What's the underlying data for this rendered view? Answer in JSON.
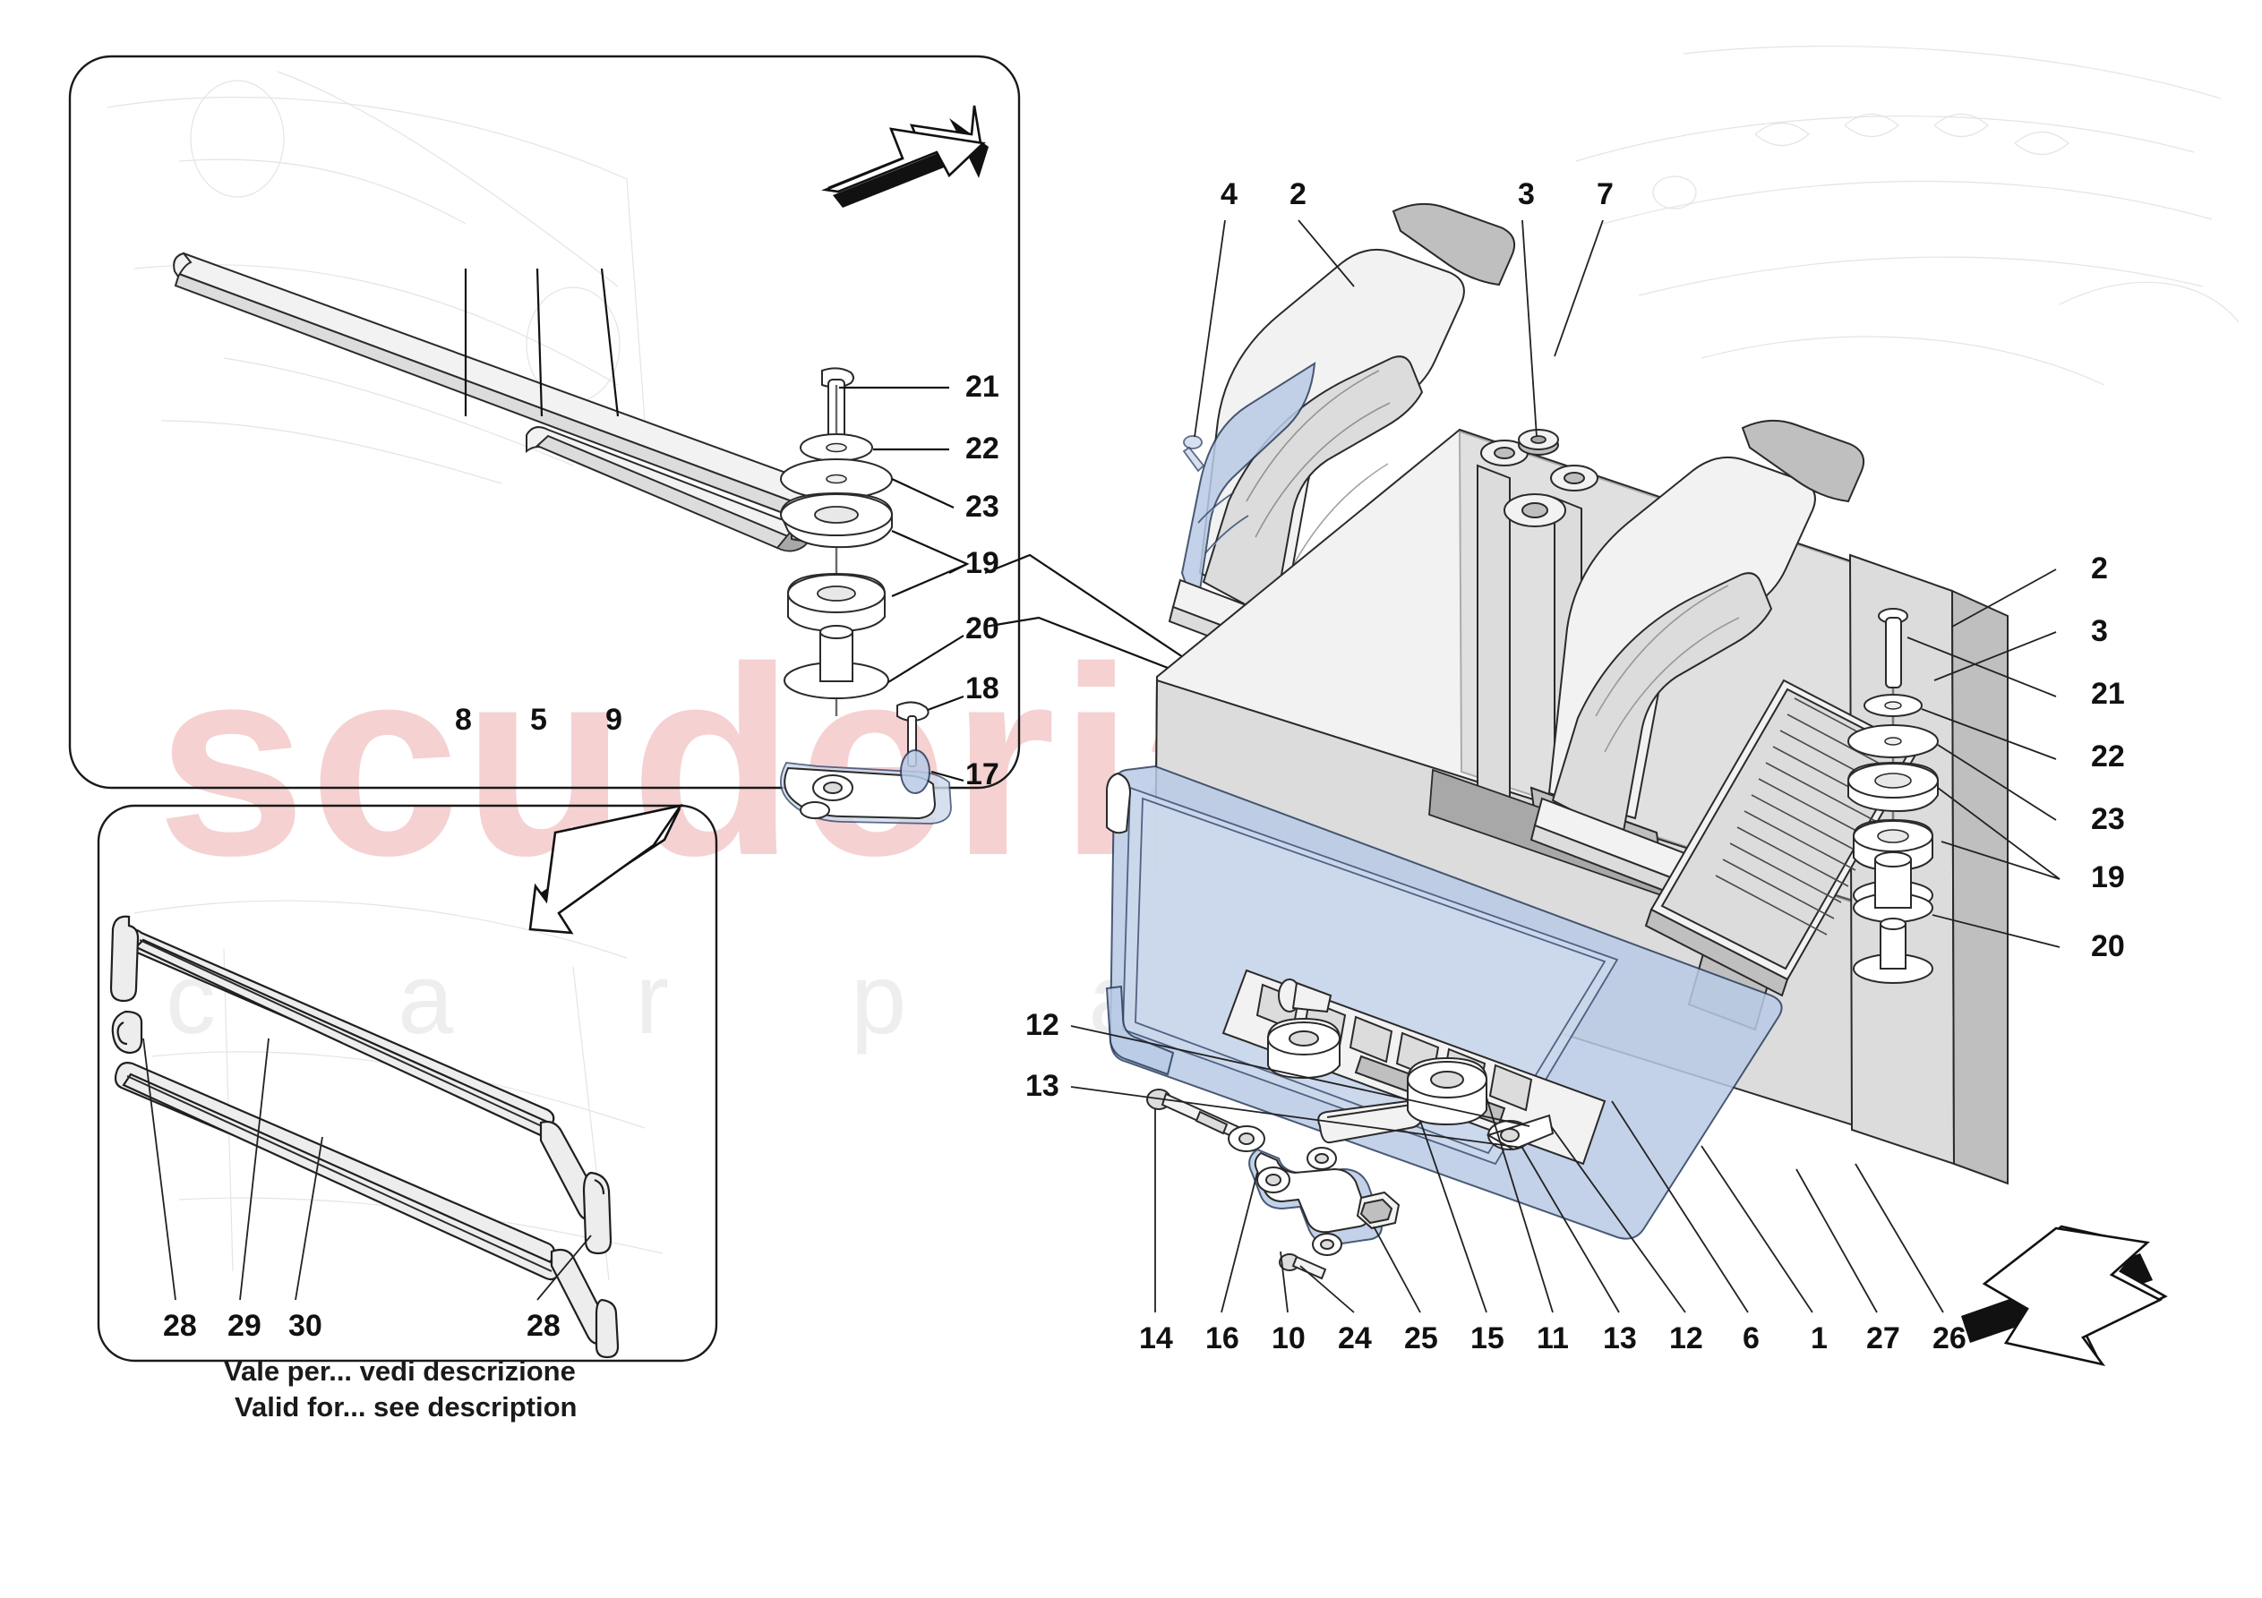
{
  "diagram": {
    "title": "Air intake and air filter exploded parts diagram",
    "watermark_primary": "scuderia",
    "watermark_secondary": "c  a  r     p  a  r  t  s",
    "accent_pink": "#f4c9cb",
    "accent_blue": "#b9cbe6",
    "line_color": "#111111"
  },
  "inset_top": {
    "name": "windscreen-trim-inset",
    "direction_arrow": "arrow-up-right",
    "callouts_right": [
      {
        "id": "21",
        "label": "21"
      },
      {
        "id": "22",
        "label": "22"
      },
      {
        "id": "23",
        "label": "23"
      },
      {
        "id": "19",
        "label": "19"
      },
      {
        "id": "20",
        "label": "20"
      },
      {
        "id": "18",
        "label": "18"
      },
      {
        "id": "17",
        "label": "17"
      }
    ],
    "callouts_bottom": [
      {
        "id": "8",
        "label": "8"
      },
      {
        "id": "5",
        "label": "5"
      },
      {
        "id": "9",
        "label": "9"
      }
    ]
  },
  "inset_bottom": {
    "name": "window-seal-inset",
    "direction_arrow": "arrow-down-left",
    "callouts_bottom": [
      {
        "id": "28a",
        "label": "28"
      },
      {
        "id": "29",
        "label": "29"
      },
      {
        "id": "30",
        "label": "30"
      },
      {
        "id": "28b",
        "label": "28"
      }
    ],
    "caption_it": "Vale per... vedi descrizione",
    "caption_en": "Valid for... see description"
  },
  "main": {
    "name": "air-filter-assembly",
    "direction_arrow": "arrow-down-left",
    "callouts_top": [
      {
        "id": "4",
        "label": "4"
      },
      {
        "id": "2",
        "label": "2"
      },
      {
        "id": "3",
        "label": "3"
      },
      {
        "id": "7",
        "label": "7"
      }
    ],
    "callouts_right": [
      {
        "id": "2r",
        "label": "2"
      },
      {
        "id": "3r",
        "label": "3"
      },
      {
        "id": "21r",
        "label": "21"
      },
      {
        "id": "22r",
        "label": "22"
      },
      {
        "id": "23r",
        "label": "23"
      },
      {
        "id": "19r",
        "label": "19"
      },
      {
        "id": "20r",
        "label": "20"
      }
    ],
    "callouts_left": [
      {
        "id": "12l",
        "label": "12"
      },
      {
        "id": "13l",
        "label": "13"
      }
    ],
    "callouts_bottom": [
      {
        "id": "14",
        "label": "14"
      },
      {
        "id": "16",
        "label": "16"
      },
      {
        "id": "10",
        "label": "10"
      },
      {
        "id": "24",
        "label": "24"
      },
      {
        "id": "25",
        "label": "25"
      },
      {
        "id": "15",
        "label": "15"
      },
      {
        "id": "11",
        "label": "11"
      },
      {
        "id": "13b",
        "label": "13"
      },
      {
        "id": "12b",
        "label": "12"
      },
      {
        "id": "6",
        "label": "6"
      },
      {
        "id": "1",
        "label": "1"
      },
      {
        "id": "27",
        "label": "27"
      },
      {
        "id": "26",
        "label": "26"
      }
    ]
  }
}
